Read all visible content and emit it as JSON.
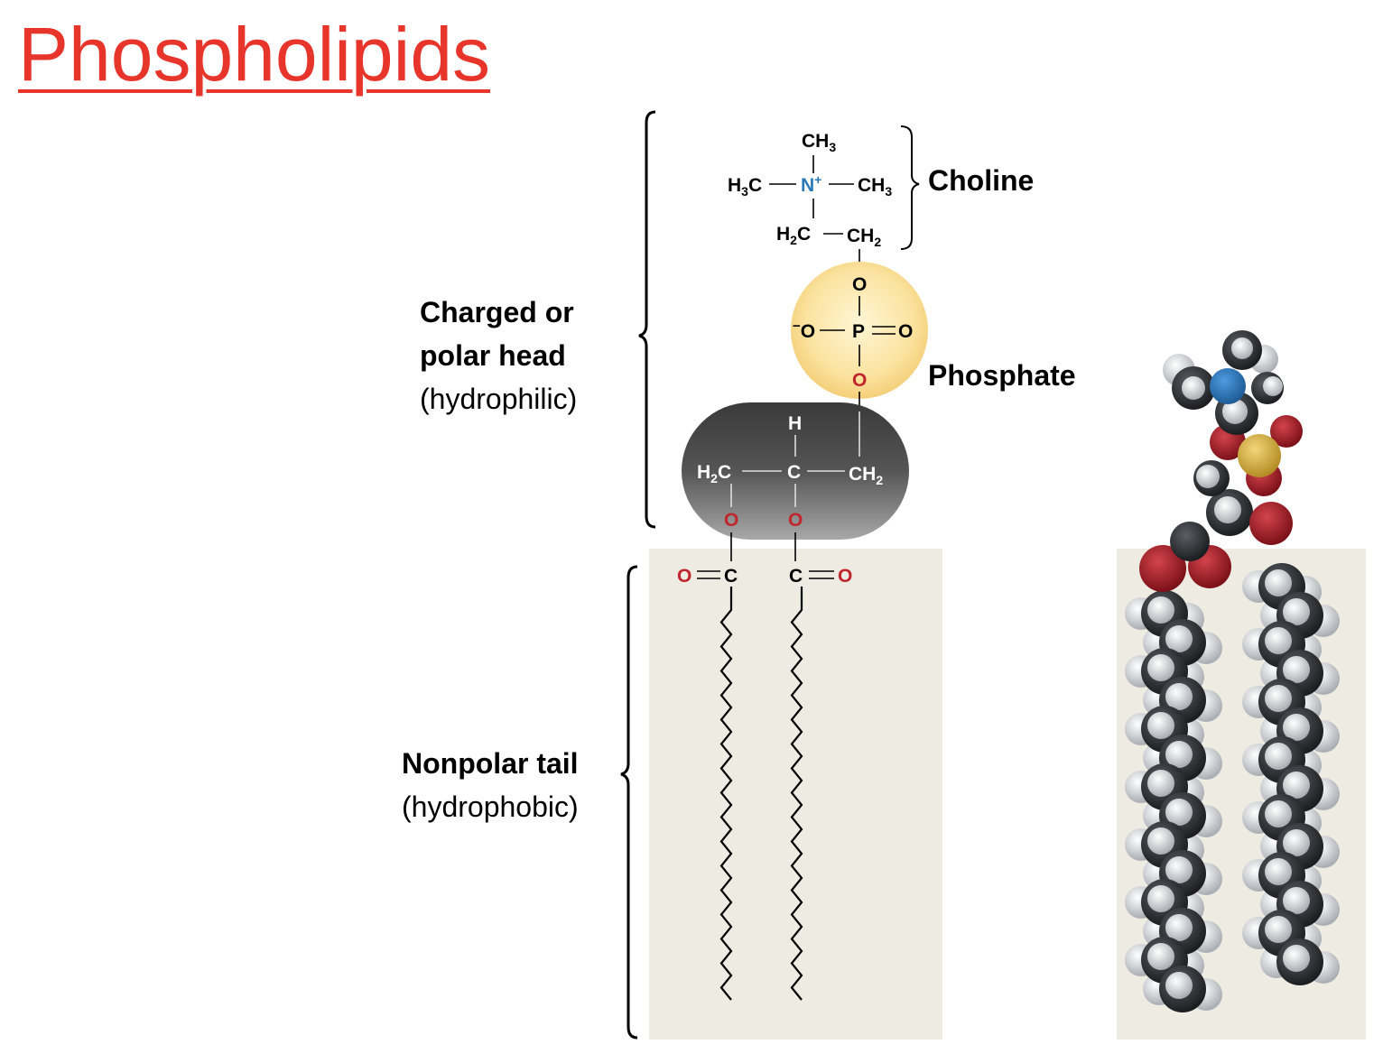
{
  "title": "Phospholipids",
  "labels": {
    "head_line1": "Charged or",
    "head_line2": "polar head",
    "head_line3": "(hydrophilic)",
    "tail_line1": "Nonpolar tail",
    "tail_line2": "(hydrophobic)",
    "choline": "Choline",
    "phosphate": "Phosphate"
  },
  "structure": {
    "ch3_top": "CH",
    "ch3_left": "H",
    "n_plus": "N",
    "ch3_right": "CH",
    "h2c": "H",
    "ch2": "CH",
    "o_top": "O",
    "o_minus": "O",
    "p": "P",
    "o_double": "O",
    "o_bottom": "O",
    "h_glycerol": "H",
    "c_glycerol": "C",
    "h2c_glycerol": "H",
    "ch2_glycerol": "CH",
    "o_ester_left": "O",
    "o_ester_right": "O",
    "c_carbonyl_left": "C",
    "o_carbonyl_left": "O",
    "c_carbonyl_right": "C",
    "o_carbonyl_right": "O"
  },
  "colors": {
    "title": "#e8352b",
    "nitrogen": "#2a78b8",
    "oxygen": "#c0262d",
    "phosphate_bg": "#fbe3a0",
    "glycerol_bg": "#4a4a4a",
    "tail_bg": "#eeebe2",
    "phosphorus_atom": "#e0b84a",
    "carbon_atom": "#2a2d30",
    "hydrogen_atom": "#e6e8ea"
  }
}
